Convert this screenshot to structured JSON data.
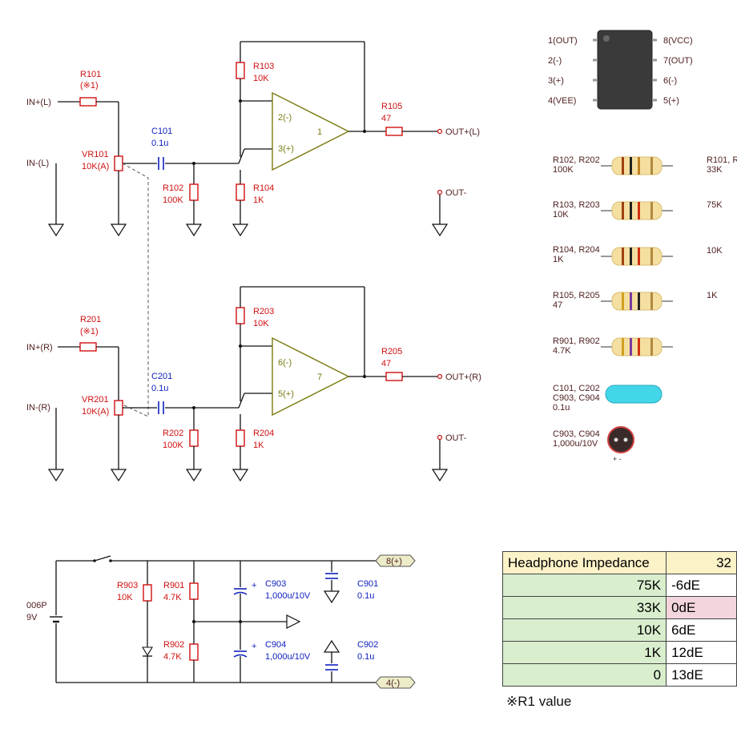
{
  "left": {
    "in_plus": "IN+(L)",
    "in_minus": "IN-(L)",
    "r_in": "R101",
    "r_in_val": "(※1)",
    "vr": "VR101",
    "vr_val": "10K(A)",
    "c": "C101",
    "c_val": "0.1u",
    "r2": "R102",
    "r2_val": "100K",
    "r3": "R103",
    "r3_val": "10K",
    "r4": "R104",
    "r4_val": "1K",
    "r5": "R105",
    "r5_val": "47",
    "pin_neg": "2(-)",
    "pin_pos": "3(+)",
    "pin_out": "1",
    "out_plus": "OUT+(L)",
    "out_minus": "OUT-"
  },
  "right": {
    "in_plus": "IN+(R)",
    "in_minus": "IN-(R)",
    "r_in": "R201",
    "r_in_val": "(※1)",
    "vr": "VR201",
    "vr_val": "10K(A)",
    "c": "C201",
    "c_val": "0.1u",
    "r2": "R202",
    "r2_val": "100K",
    "r3": "R203",
    "r3_val": "10K",
    "r4": "R204",
    "r4_val": "1K",
    "r5": "R205",
    "r5_val": "47",
    "pin_neg": "6(-)",
    "pin_pos": "5(+)",
    "pin_out": "7",
    "out_plus": "OUT+(R)",
    "out_minus": "OUT-"
  },
  "power": {
    "battery": "006P",
    "battery_v": "9V",
    "r903": "R903",
    "r903_val": "10K",
    "r901": "R901",
    "r901_val": "4.7K",
    "r902": "R902",
    "r902_val": "4.7K",
    "c903": "C903",
    "c903_val": "1,000u/10V",
    "c904": "C904",
    "c904_val": "1,000u/10V",
    "c901": "C901",
    "c901_val": "0.1u",
    "c902": "C902",
    "c902_val": "0.1u",
    "vcc_tag": "8(+)",
    "vee_tag": "4(-)"
  },
  "ic_pins": {
    "p1": "1(OUT)",
    "p2": "2(-)",
    "p3": "3(+)",
    "p4": "4(VEE)",
    "p8": "8(VCC)",
    "p7": "7(OUT)",
    "p6": "6(-)",
    "p5": "5(+)"
  },
  "parts": {
    "r102_202": "R102, R202",
    "r102_202_val": "100K",
    "r103_203": "R103, R203",
    "r103_203_val": "10K",
    "r104_204": "R104, R204",
    "r104_204_val": "1K",
    "r105_205": "R105, R205",
    "r105_205_val": "47",
    "r901_902": "R901, R902",
    "r901_902_val": "4.7K",
    "c_film": "C101, C202",
    "c_film_2": "C903, C904",
    "c_film_val": "0.1u",
    "c_elec": "C903, C904",
    "c_elec_val": "1,000u/10V",
    "r101_hdr": "R101, R",
    "r101_33k": "33K",
    "side_75k": "75K",
    "side_10k": "10K",
    "side_1k": "1K"
  },
  "table": {
    "header": "Headphone Impedance",
    "header2": "32",
    "rows": [
      {
        "r1": "75K",
        "gain": "-6dE"
      },
      {
        "r1": "33K",
        "gain": "0dE"
      },
      {
        "r1": "10K",
        "gain": "6dE"
      },
      {
        "r1": "1K",
        "gain": "12dE"
      },
      {
        "r1": "0",
        "gain": "13dE"
      }
    ],
    "note": "※R1 value"
  },
  "colors": {
    "wire": "#111111",
    "resistor": "#d01010",
    "capacitor": "#1020c0",
    "opamp": "#7a7a10",
    "table_header": "#fbf2c8",
    "table_side": "#d8eecd",
    "table_pink": "#f3d6dd"
  }
}
